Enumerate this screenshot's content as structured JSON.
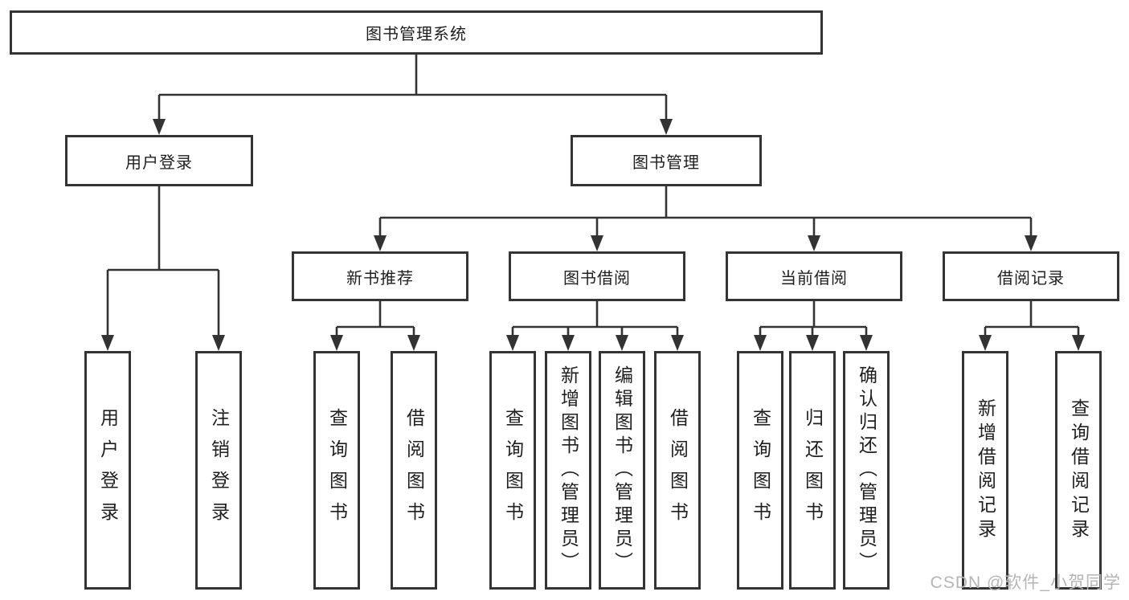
{
  "diagram": {
    "root": {
      "label": "图书管理系统"
    },
    "branches": [
      {
        "label": "用户登录",
        "children": [
          {
            "label": "用户登录"
          },
          {
            "label": "注销登录"
          }
        ]
      },
      {
        "label": "图书管理",
        "children": [
          {
            "label": "新书推荐",
            "children": [
              {
                "label": "查询图书"
              },
              {
                "label": "借阅图书"
              }
            ]
          },
          {
            "label": "图书借阅",
            "children": [
              {
                "label": "查询图书"
              },
              {
                "label": "新增图书（管理员）"
              },
              {
                "label": "编辑图书（管理员）"
              },
              {
                "label": "借阅图书"
              }
            ]
          },
          {
            "label": "当前借阅",
            "children": [
              {
                "label": "查询图书"
              },
              {
                "label": "归还图书"
              },
              {
                "label": "确认归还（管理员）"
              }
            ]
          },
          {
            "label": "借阅记录",
            "children": [
              {
                "label": "新增借阅记录"
              },
              {
                "label": "查询借阅记录"
              }
            ]
          }
        ]
      }
    ]
  },
  "watermark": {
    "text": "CSDN @软件_小贺同学"
  },
  "colors": {
    "line": "#333333",
    "border": "#343434",
    "text": "#1f1f1f",
    "watermark": "#b5b5b5"
  }
}
